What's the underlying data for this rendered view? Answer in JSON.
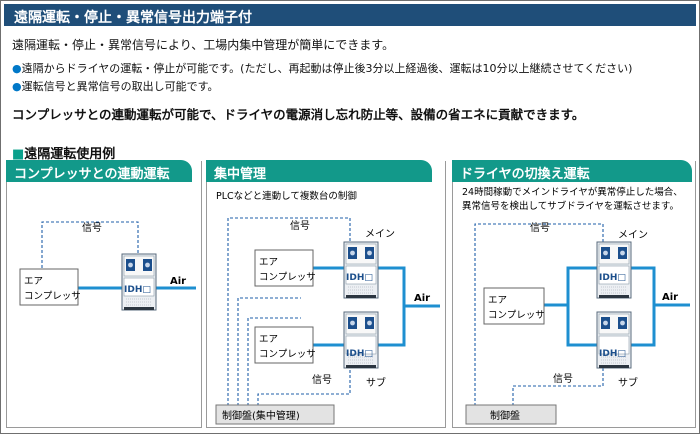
{
  "header": {
    "title": "遠隔運転・停止・異常信号出力端子付"
  },
  "intro": {
    "line1": "遠隔運転・停止・異常信号により、工場内集中管理が簡単にできます。",
    "bullet_mark": "●",
    "bullets": [
      "遠隔からドライヤの運転・停止が可能です。(ただし、再起動は停止後3分以上経過後、運転は10分以上継続させてください)",
      "運転信号と異常信号の取出し可能です。"
    ],
    "line4": "コンプレッサとの連動運転が可能で、ドライヤの電源消し忘れ防止等、設備の省エネに貢献できます。"
  },
  "example": {
    "square": "■",
    "heading": "遠隔運転使用例"
  },
  "panels": [
    {
      "title": "コンプレッサとの連動運転",
      "signal": "信号",
      "compressor": [
        "エア",
        "コンプレッサ"
      ],
      "dryer": "IDH□",
      "air": "Air"
    },
    {
      "title": "集中管理",
      "note": "PLCなどと連動して複数台の制御",
      "signal_top": "信号",
      "main": "メイン",
      "compressor": [
        "エア",
        "コンプレッサ"
      ],
      "dryer": "IDH□",
      "air": "Air",
      "signal_bottom": "信号",
      "sub": "サブ",
      "control": "制御盤(集中管理)"
    },
    {
      "title": "ドライヤの切換え運転",
      "note": [
        "24時間稼動でメインドライヤが異常停止した場合、",
        "異常信号を検出してサブドライヤを運転させます。"
      ],
      "signal_top": "信号",
      "main": "メイン",
      "compressor": [
        "エア",
        "コンプレッサ"
      ],
      "dryer": "IDH□",
      "air": "Air",
      "signal_bottom": "信号",
      "sub": "サブ",
      "control": "制御盤"
    }
  ]
}
